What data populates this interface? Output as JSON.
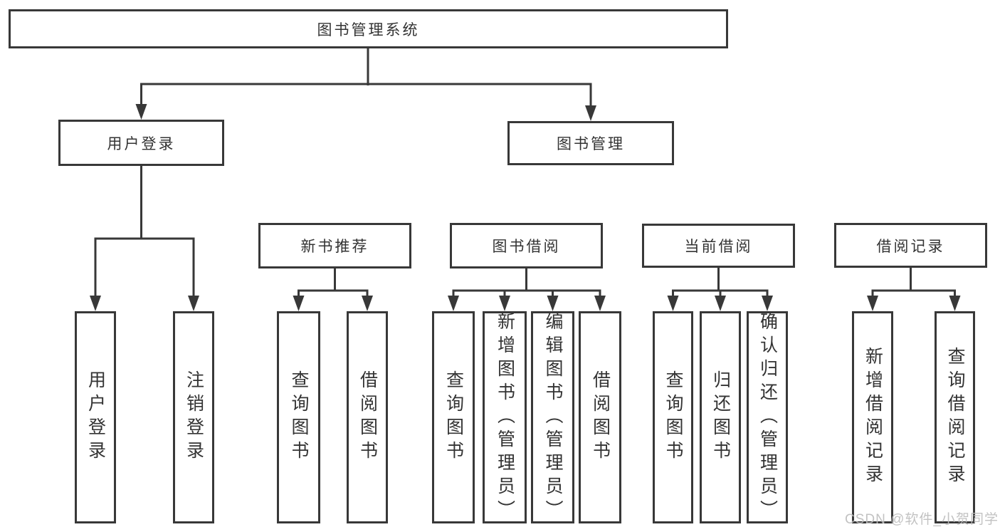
{
  "diagram_title": "图书管理系统",
  "nodes": {
    "root": {
      "label": "图书管理系统"
    },
    "userLogin": {
      "label": "用户登录"
    },
    "bookMgmt": {
      "label": "图书管理"
    },
    "newBooks": {
      "label": "新书推荐"
    },
    "bookBorrow": {
      "label": "图书借阅"
    },
    "currentBorrow": {
      "label": "当前借阅"
    },
    "borrowRecords": {
      "label": "借阅记录"
    },
    "leafUserLogin": {
      "label": "用户登录"
    },
    "leafLogout": {
      "label": "注销登录"
    },
    "leafQueryBooks1": {
      "label": "查询图书"
    },
    "leafBorrowBooks1": {
      "label": "借阅图书"
    },
    "leafQueryBooks2": {
      "label": "查询图书"
    },
    "leafAddBooks": {
      "label": "新增图书（管理员）"
    },
    "leafEditBooks": {
      "label": "编辑图书（管理员）"
    },
    "leafBorrowBooks2": {
      "label": "借阅图书"
    },
    "leafQueryBooks3": {
      "label": "查询图书"
    },
    "leafReturnBooks": {
      "label": "归还图书"
    },
    "leafConfirmReturn": {
      "label": "确认归还（管理员）"
    },
    "leafAddRecord": {
      "label": "新增借阅记录"
    },
    "leafQueryRecord": {
      "label": "查询借阅记录"
    }
  },
  "hierarchy": {
    "图书管理系统": {
      "用户登录": [
        "用户登录",
        "注销登录"
      ],
      "图书管理": {
        "新书推荐": [
          "查询图书",
          "借阅图书"
        ],
        "图书借阅": [
          "查询图书",
          "新增图书（管理员）",
          "编辑图书（管理员）",
          "借阅图书"
        ],
        "当前借阅": [
          "查询图书",
          "归还图书",
          "确认归还（管理员）"
        ],
        "借阅记录": [
          "新增借阅记录",
          "查询借阅记录"
        ]
      }
    }
  },
  "watermark": {
    "text": "CSDN @软件_小贺同学"
  },
  "colors": {
    "line": "#383838",
    "text": "#333333",
    "watermark": "#bdbdbd"
  }
}
